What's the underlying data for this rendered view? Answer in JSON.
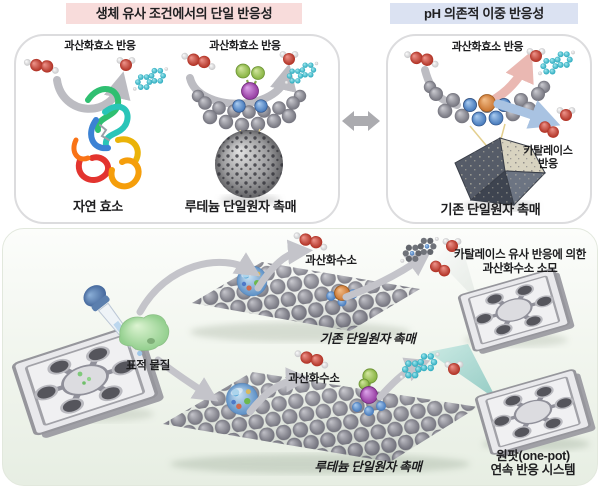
{
  "headers": {
    "left": "생체 유사 조건에서의 단일 반응성",
    "right": "pH 의존적 이중 반응성"
  },
  "panel_left": {
    "reaction_label_1": "과산화효소 반응",
    "reaction_label_2": "과산화효소 반응",
    "enzyme_caption": "자연 효소",
    "ru_caption": "루테늄 단일원자 촉매"
  },
  "panel_right": {
    "reaction_label": "과산화효소 반응",
    "catalase_line1": "카탈레이스",
    "catalase_line2": "반응",
    "caption": "기존 단일원자 촉매"
  },
  "bottom": {
    "target_label": "표적 물질",
    "h2o2_label_top": "과산화수소",
    "sheet1_caption": "기존 단일원자 촉매",
    "consumption_line1": "카탈레이스 유사 반응에 의한",
    "consumption_line2": "과산화수소 소모",
    "h2o2_label_bottom": "과산화수소",
    "sheet2_caption": "루테늄 단일원자 촉매",
    "onepot_line1": "원팟(one-pot)",
    "onepot_line2": "연속 반응 시스템"
  },
  "colors": {
    "header_pink": "#f8dcdb",
    "header_blue": "#dbe2f2",
    "panel_border": "#dcdcde",
    "bottom_background": "#e7eee3",
    "arrow_gray": "#bcbcc2",
    "arrow_pink": "#eab8b2",
    "arrow_blue": "#a9c3e2",
    "atom_gray": "#84848e",
    "atom_blue": "#5c8fd0",
    "atom_orange": "#d98941",
    "atom_purple": "#a957c0",
    "ligand_green": "#9cc25e",
    "oxygen_red": "#c43b2c",
    "hydrogen_white": "#e9e9e9",
    "molecule_cyan": "#3fc1d3",
    "beam_teal": "#49b0aa",
    "target_green": "#aadda2"
  }
}
